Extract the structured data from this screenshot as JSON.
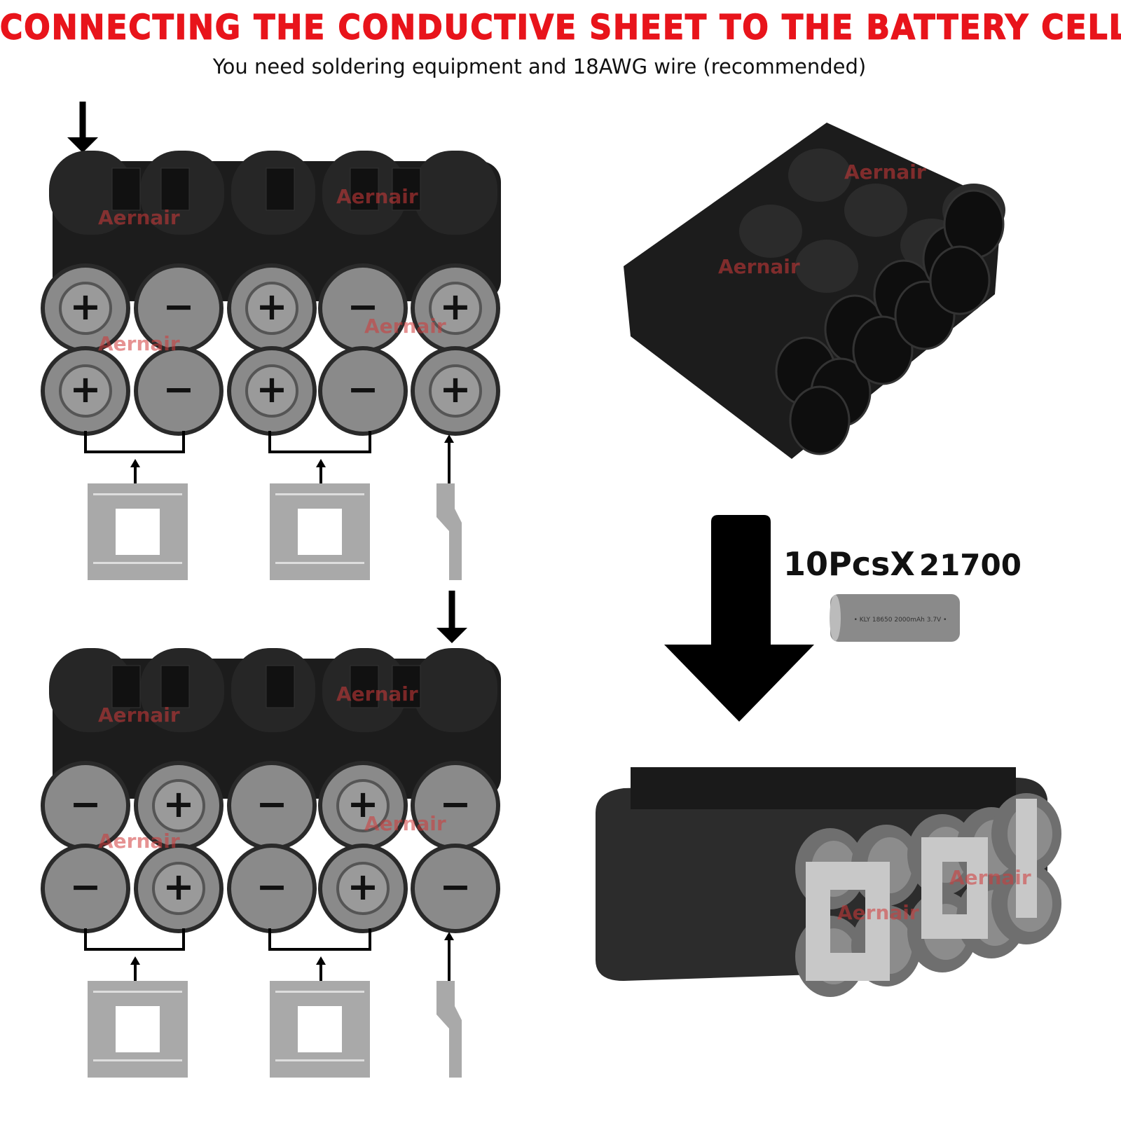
{
  "header": {
    "title": "CONNECTING THE CONDUCTIVE SHEET TO THE BATTERY CELL",
    "subtitle": "You need soldering equipment and 18AWG wire (recommended)"
  },
  "packs": [
    {
      "top_row": [
        "+",
        "−",
        "+",
        "−",
        "+"
      ],
      "bottom_row": [
        "+",
        "−",
        "+",
        "−",
        "+"
      ]
    },
    {
      "top_row": [
        "−",
        "+",
        "−",
        "+",
        "−"
      ],
      "bottom_row": [
        "−",
        "+",
        "−",
        "+",
        "−"
      ]
    }
  ],
  "quantity": {
    "count": "10PcsX",
    "model": "21700"
  },
  "cell_label": "• KLY 18650 2000mAh 3.7V •",
  "watermark": "Aernair",
  "colors": {
    "title": "#e8141b",
    "cell": "#8a8a8a",
    "holder": "#1c1c1c",
    "strip": "#a9a9a9"
  }
}
